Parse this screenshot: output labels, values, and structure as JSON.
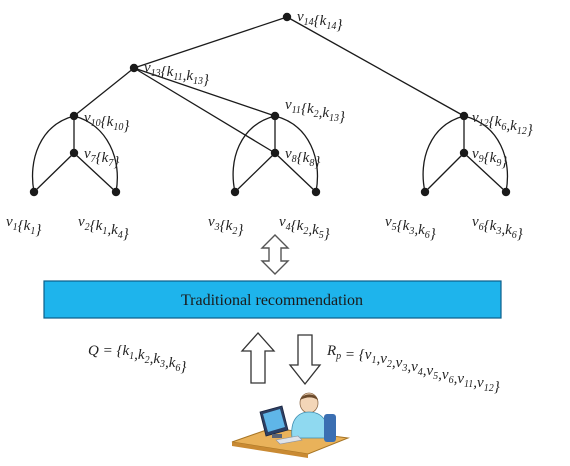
{
  "diagram": {
    "tree_nodes": [
      {
        "id": "v14",
        "label": "v",
        "sub": "14",
        "keys": [
          {
            "k": "k",
            "s": "14"
          }
        ]
      },
      {
        "id": "v13",
        "label": "v",
        "sub": "13",
        "keys": [
          {
            "k": "k",
            "s": "11"
          },
          {
            "k": "k",
            "s": "13"
          }
        ]
      },
      {
        "id": "v10",
        "label": "v",
        "sub": "10",
        "keys": [
          {
            "k": "k",
            "s": "10"
          }
        ]
      },
      {
        "id": "v7",
        "label": "v",
        "sub": "7",
        "keys": [
          {
            "k": "k",
            "s": "7"
          }
        ]
      },
      {
        "id": "v1",
        "label": "v",
        "sub": "1",
        "keys": [
          {
            "k": "k",
            "s": "1"
          }
        ]
      },
      {
        "id": "v2",
        "label": "v",
        "sub": "2",
        "keys": [
          {
            "k": "k",
            "s": "1"
          },
          {
            "k": "k",
            "s": "4"
          }
        ]
      },
      {
        "id": "v11",
        "label": "v",
        "sub": "11",
        "keys": [
          {
            "k": "k",
            "s": "2"
          },
          {
            "k": "k",
            "s": "13"
          }
        ]
      },
      {
        "id": "v8",
        "label": "v",
        "sub": "8",
        "keys": [
          {
            "k": "k",
            "s": "8"
          }
        ]
      },
      {
        "id": "v3",
        "label": "v",
        "sub": "3",
        "keys": [
          {
            "k": "k",
            "s": "2"
          }
        ]
      },
      {
        "id": "v4",
        "label": "v",
        "sub": "4",
        "keys": [
          {
            "k": "k",
            "s": "2"
          },
          {
            "k": "k",
            "s": "5"
          }
        ]
      },
      {
        "id": "v12",
        "label": "v",
        "sub": "12",
        "keys": [
          {
            "k": "k",
            "s": "6"
          },
          {
            "k": "k",
            "s": "12"
          }
        ]
      },
      {
        "id": "v9",
        "label": "v",
        "sub": "9",
        "keys": [
          {
            "k": "k",
            "s": "9"
          }
        ]
      },
      {
        "id": "v5",
        "label": "v",
        "sub": "5",
        "keys": [
          {
            "k": "k",
            "s": "3"
          },
          {
            "k": "k",
            "s": "6"
          }
        ]
      },
      {
        "id": "v6",
        "label": "v",
        "sub": "6",
        "keys": [
          {
            "k": "k",
            "s": "3"
          },
          {
            "k": "k",
            "s": "6"
          }
        ]
      }
    ],
    "recommendation_box": "Traditional recommendation",
    "query": {
      "lhs": "Q",
      "items": [
        {
          "k": "k",
          "s": "1"
        },
        {
          "k": "k",
          "s": "2"
        },
        {
          "k": "k",
          "s": "3"
        },
        {
          "k": "k",
          "s": "6"
        }
      ]
    },
    "result": {
      "lhs": "R",
      "lhs_sub": "p",
      "items": [
        {
          "k": "v",
          "s": "1"
        },
        {
          "k": "v",
          "s": "2"
        },
        {
          "k": "v",
          "s": "3"
        },
        {
          "k": "v",
          "s": "4"
        },
        {
          "k": "v",
          "s": "5"
        },
        {
          "k": "v",
          "s": "6"
        },
        {
          "k": "v",
          "s": "11"
        },
        {
          "k": "v",
          "s": "12"
        }
      ]
    },
    "colors": {
      "box_fill": "#1eb4ec",
      "box_stroke": "#0b5e8a",
      "node": "#1a1a1a",
      "edge": "#1a1a1a"
    },
    "icons": [
      "double-vertical-arrow-icon",
      "up-arrow-icon",
      "down-arrow-icon",
      "user-at-computer-icon"
    ]
  }
}
